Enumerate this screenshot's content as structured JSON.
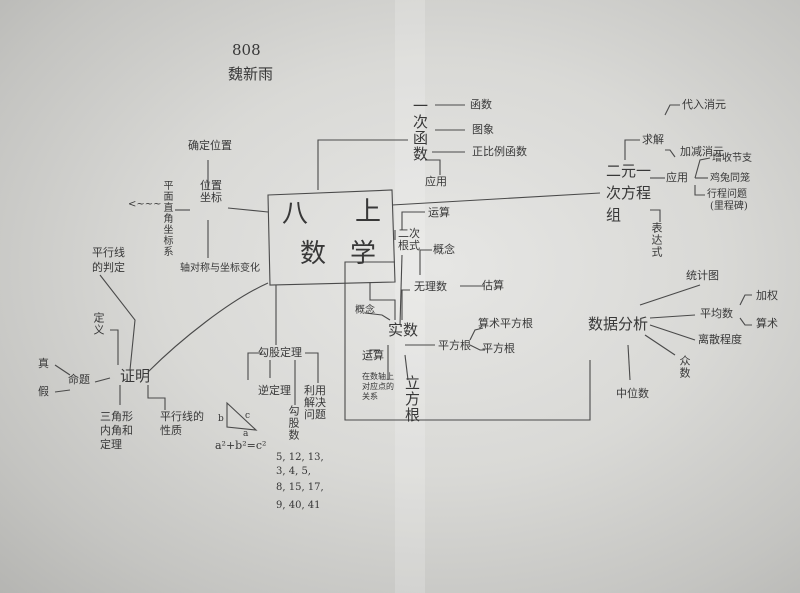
{
  "header": {
    "number": "808",
    "name": "魏新雨"
  },
  "center": {
    "line1a": "八",
    "line1b": "上",
    "line2a": "数",
    "line2b": "学"
  },
  "linear_function": {
    "title": "一次函数",
    "children": [
      "函数",
      "图象",
      "正比例函数"
    ],
    "application": "应用"
  },
  "equations": {
    "title": "二元一次方程组",
    "solve": "求解",
    "methods": [
      "代入消元",
      "加减消元"
    ],
    "application": "应用",
    "apps": [
      "增收节支",
      "鸡兔同笼",
      "行程问题",
      "(里程碑)"
    ],
    "expression": "表达式"
  },
  "coordinates": {
    "title": "位置坐标",
    "children": [
      "确定位置",
      "平面直角坐标系",
      "轴对称与坐标变化"
    ],
    "arrow_text": "<~~~"
  },
  "proof": {
    "title": "证明",
    "parallel_judge": "平行线的判定",
    "definition": "定义",
    "proposition": "命题",
    "true": "真",
    "false": "假",
    "triangle": "三角形内角和定理",
    "parallel_property": "平行线的性质"
  },
  "pythagoras": {
    "title": "勾股定理",
    "formula": "a²+b²=c²",
    "side_a": "a",
    "side_b": "b",
    "side_c": "c",
    "converse": "逆定理",
    "numbers_title": "勾股数",
    "use": "利用解决问题",
    "triples": [
      "5, 12, 13,",
      "3, 4, 5,",
      "8, 15, 17,",
      "9, 40, 41"
    ]
  },
  "real_numbers": {
    "title": "实数",
    "concept": "概念",
    "operation": "运算",
    "number_line": "在数轴上对应点的关系",
    "radical": "二次根式",
    "radical_op": "运算",
    "irrational": "无理数",
    "irr_concept": "概念",
    "estimate": "估算",
    "sqrt": "平方根",
    "arith_sqrt": "算术平方根",
    "sqrt2": "平方根",
    "cbrt": "立方根"
  },
  "data_analysis": {
    "title": "数据分析",
    "chart": "统计图",
    "mean": "平均数",
    "weighted": "加权",
    "arith": "算术",
    "dispersion": "离散程度",
    "mode": "众数",
    "median": "中位数"
  }
}
